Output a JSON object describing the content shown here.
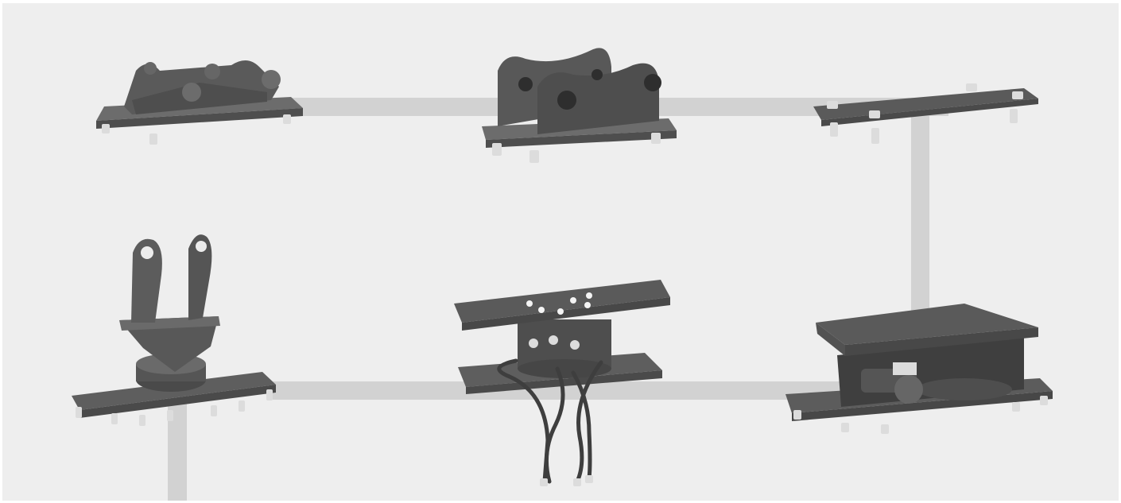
{
  "scene": {
    "background": "#eeeeee",
    "connector_color": "#d2d2d2",
    "metal_dark": "#4e4e4e",
    "metal_mid": "#5a5a5a",
    "metal_light": "#6c6c6c",
    "bolt_color": "#dcdcdc"
  },
  "products": [
    {
      "id": "quick-coupler-1",
      "icon": "quick-coupler-icon"
    },
    {
      "id": "quick-coupler-2",
      "icon": "pin-on-bracket-icon"
    },
    {
      "id": "adapter-plate",
      "icon": "adapter-plate-icon"
    },
    {
      "id": "tilt-rotator",
      "icon": "tilt-rotator-icon"
    },
    {
      "id": "rotator",
      "icon": "rotator-with-hoses-icon"
    },
    {
      "id": "tilt-unit",
      "icon": "tilt-unit-icon"
    }
  ]
}
